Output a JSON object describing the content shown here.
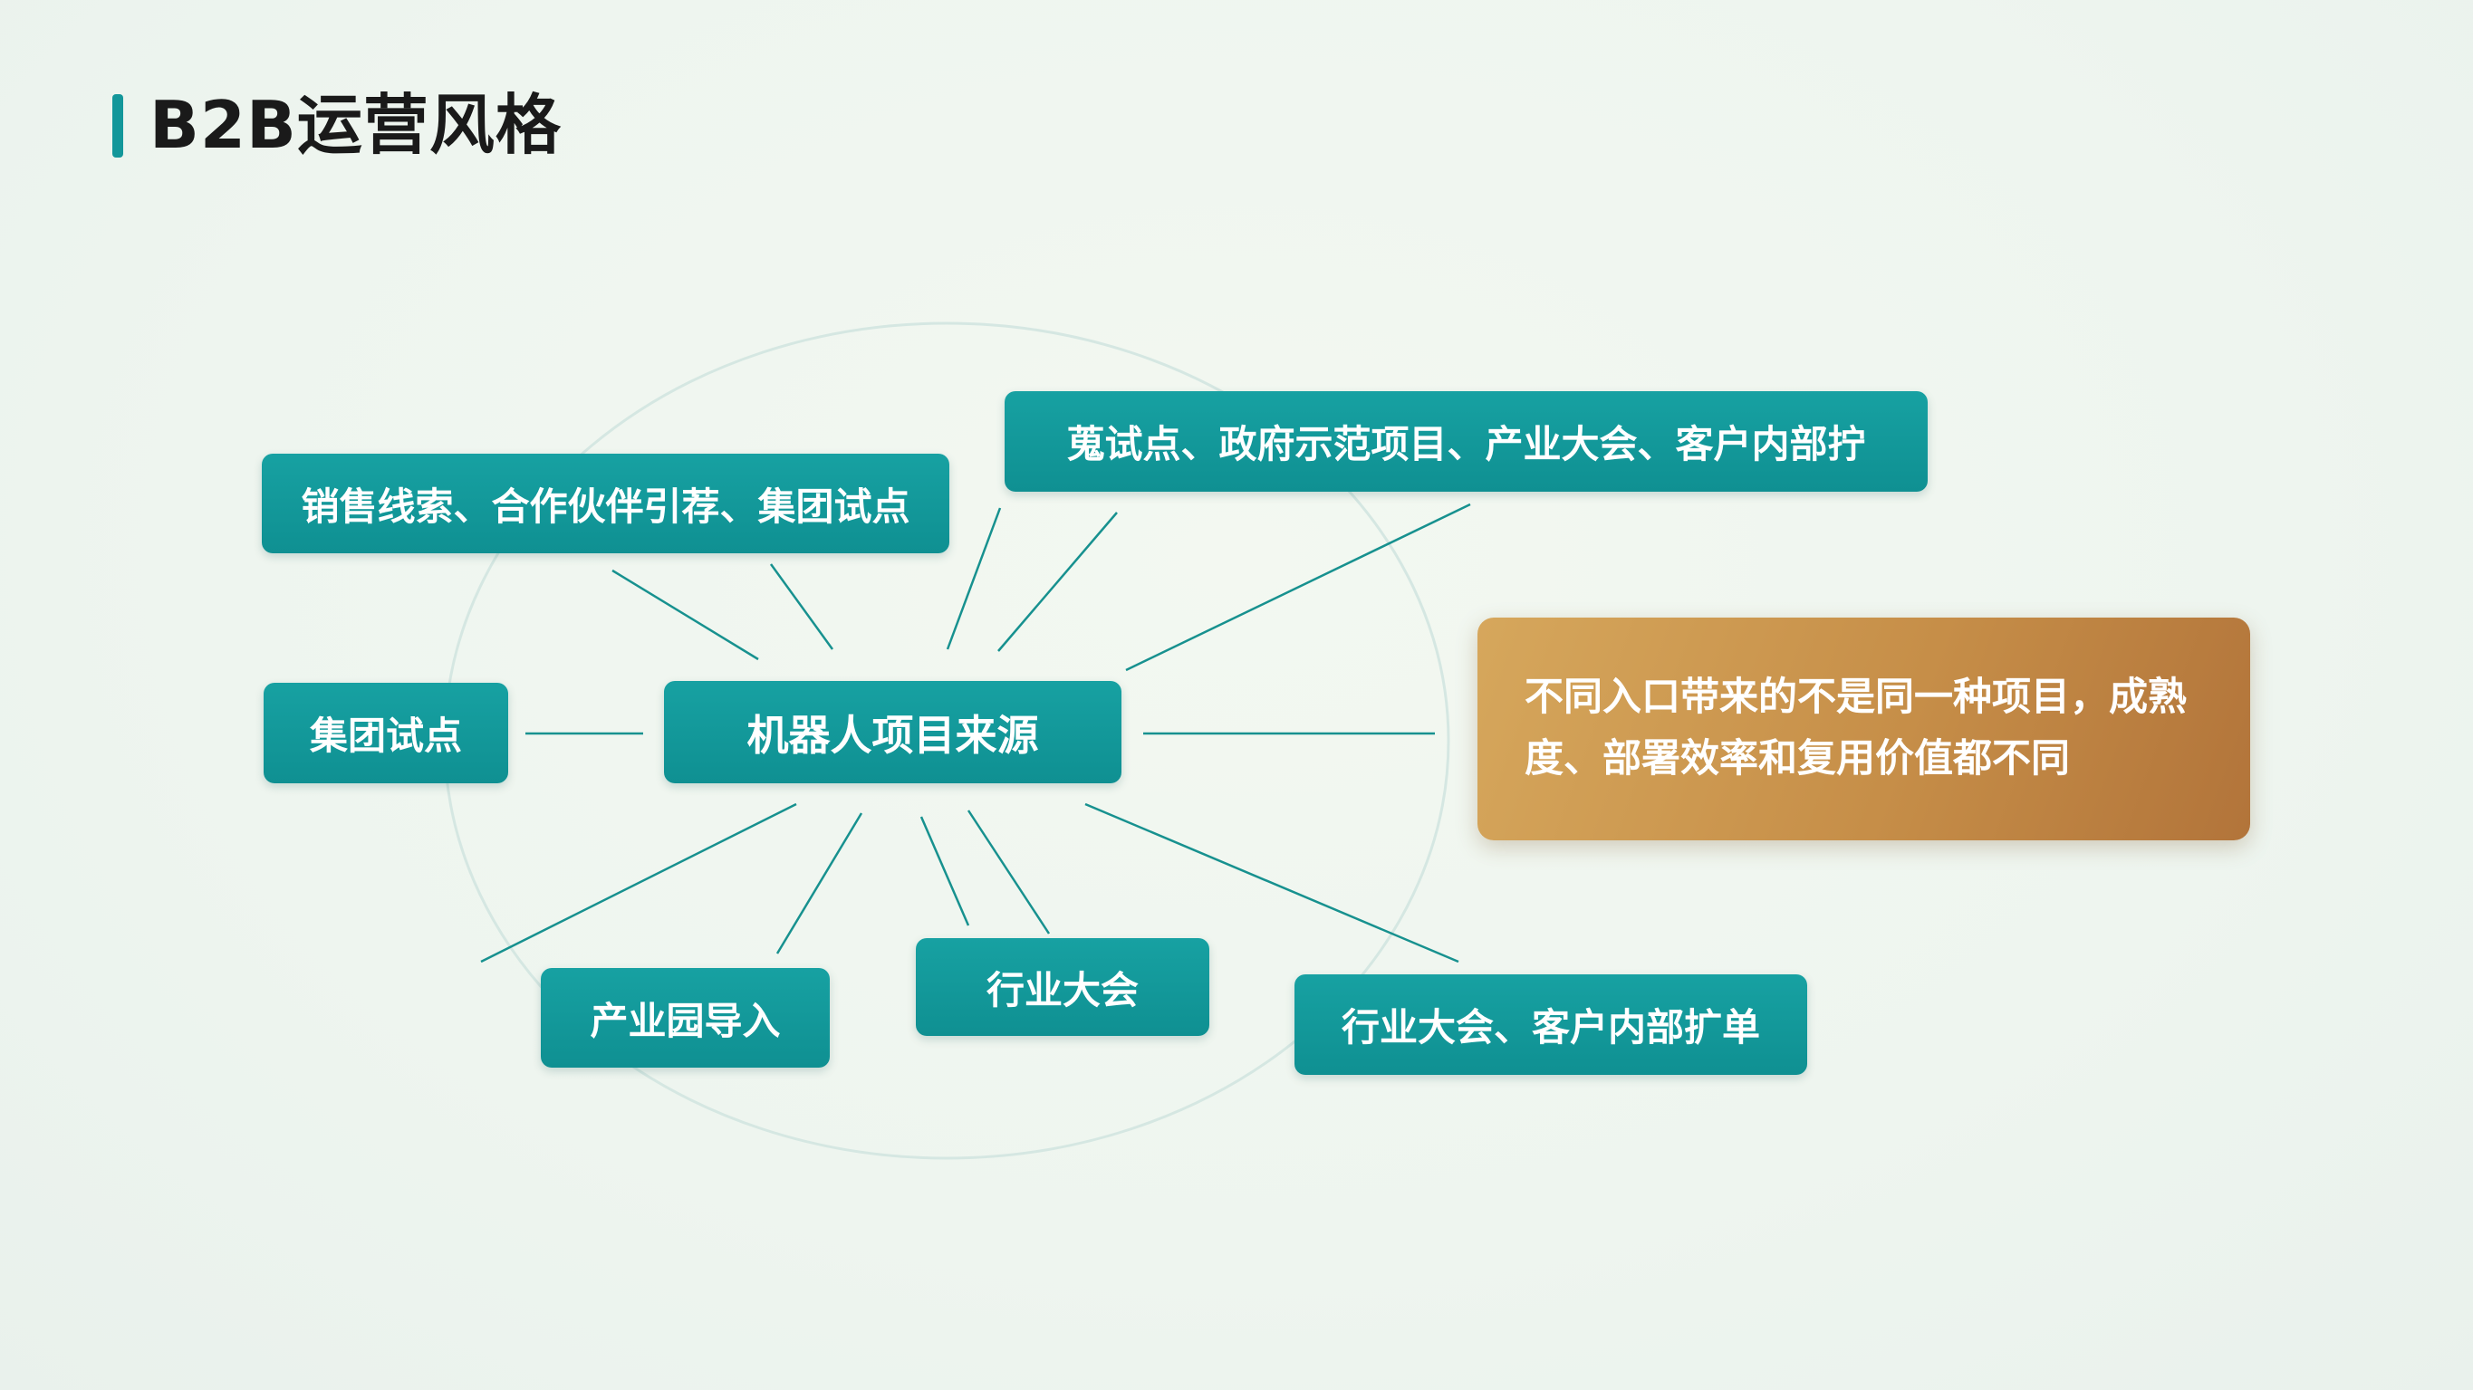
{
  "title": "B2B运营风格",
  "center_node": "机器人项目来源",
  "nodes": {
    "sales": "销售线索、合作伙伴引荐、集团试点",
    "gov": "蒐试点、政府示范项目、产业大会、客户内部拧",
    "group": "集团试点",
    "park": "产业园导入",
    "expo": "行业大会",
    "expand": "行业大会、客户内部扩单"
  },
  "note": "不同入口带来的不是同一种项目，成熟度、部署效率和复用价值都不同",
  "colors": {
    "accent": "#13979a",
    "note": "#c68e48"
  }
}
